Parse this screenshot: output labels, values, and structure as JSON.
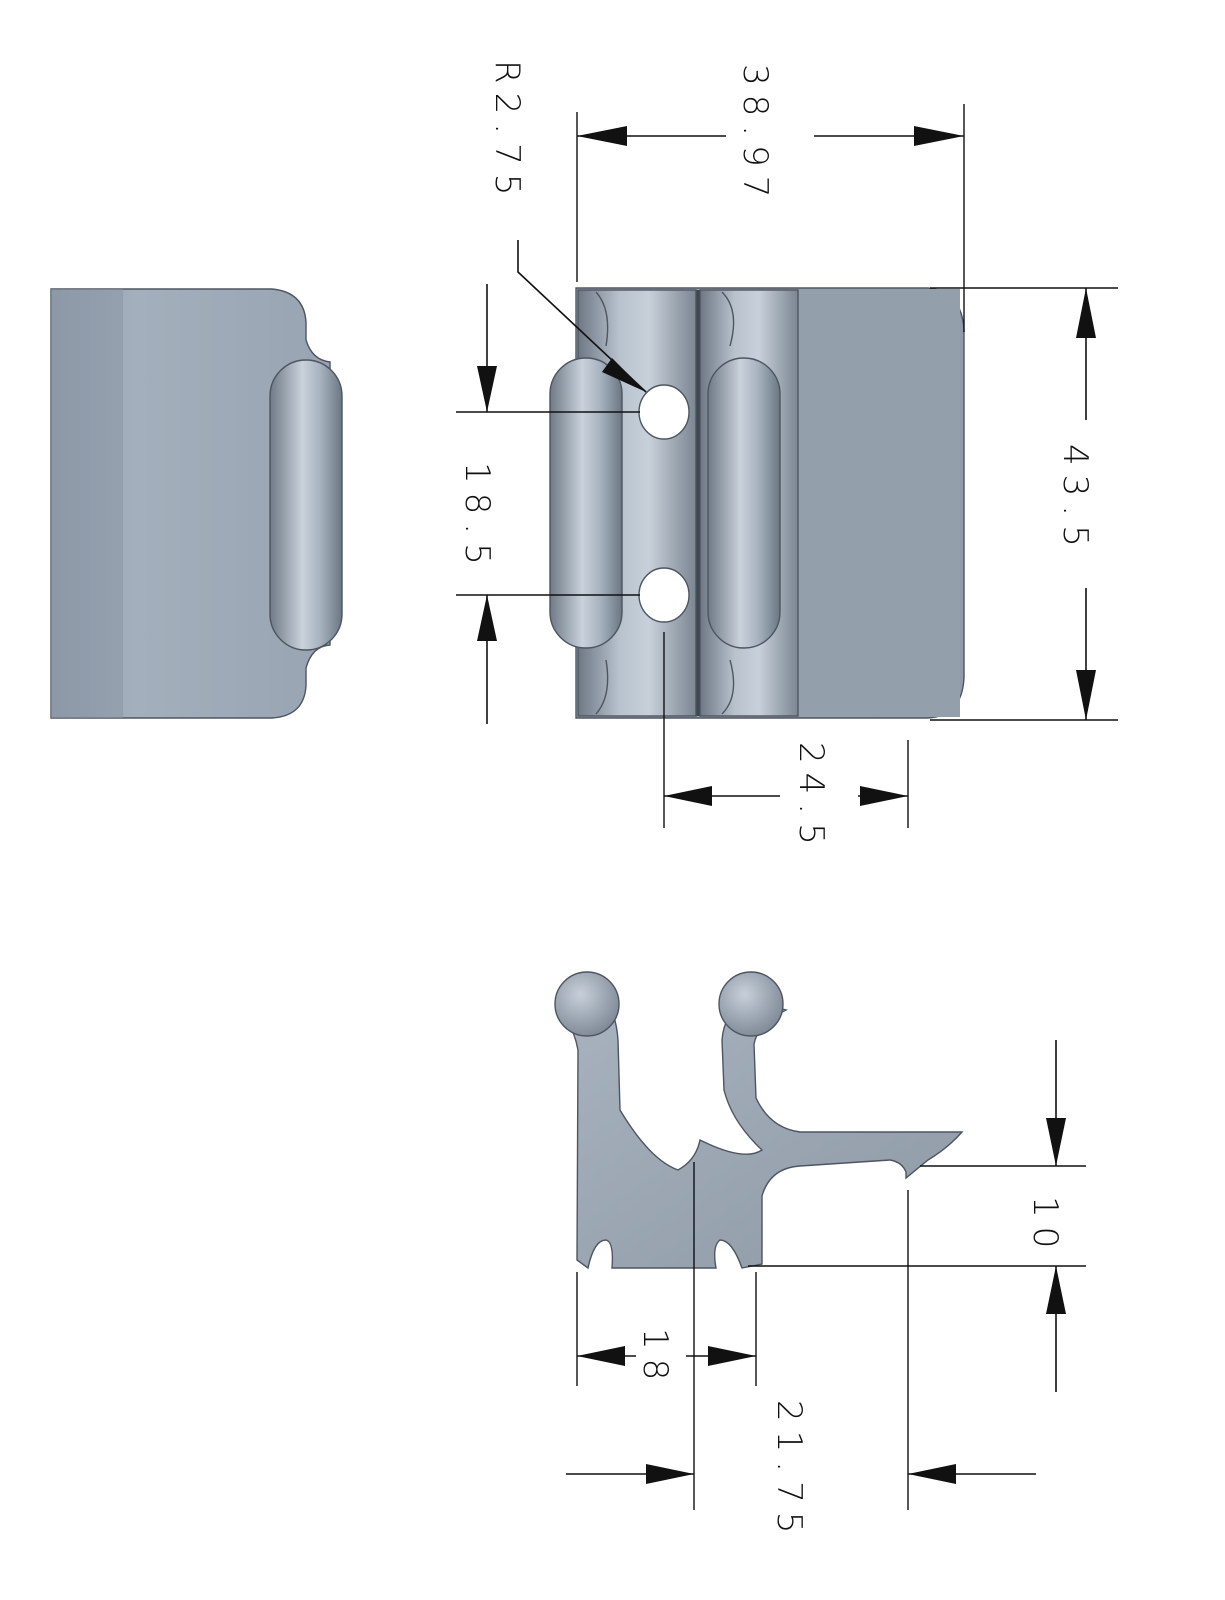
{
  "drawing": {
    "dimensions": {
      "overall_width": "38.97",
      "hole_radius": "R2.75",
      "overall_height": "43.5",
      "hole_spacing": "18.5",
      "hole_offset": "24.5",
      "profile_height": "10",
      "profile_base_width": "18",
      "profile_depth": "21.75"
    },
    "colors": {
      "part_base": "#99a5b3",
      "part_light": "#c3ccd6",
      "part_dark": "#77818e",
      "part_edge": "#4e5560",
      "line": "#111111",
      "background": "#ffffff"
    }
  }
}
